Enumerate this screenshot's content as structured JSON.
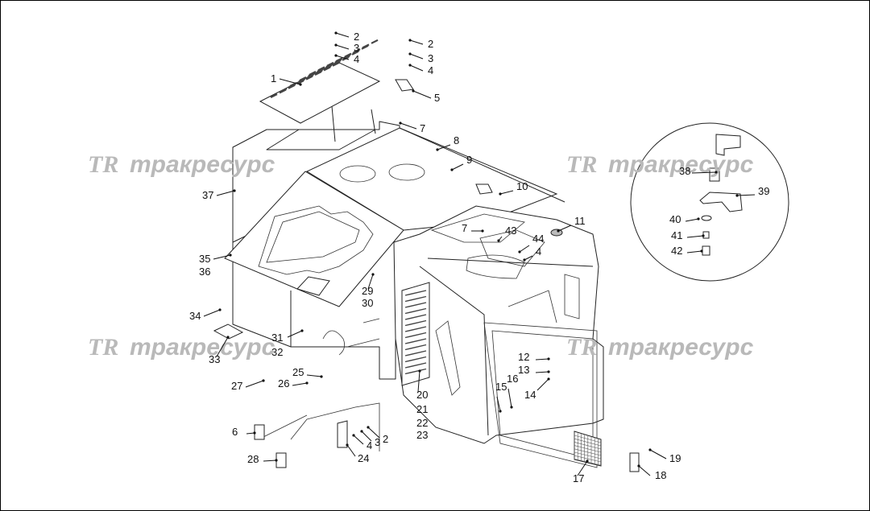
{
  "watermark": {
    "logo": "TR",
    "text": "тракресурс"
  },
  "callouts": [
    {
      "id": "c2a",
      "label": "2"
    },
    {
      "id": "c3a",
      "label": "3"
    },
    {
      "id": "c4a",
      "label": "4"
    },
    {
      "id": "c1",
      "label": "1"
    },
    {
      "id": "c2b",
      "label": "2"
    },
    {
      "id": "c3b",
      "label": "3"
    },
    {
      "id": "c4b",
      "label": "4"
    },
    {
      "id": "c5",
      "label": "5"
    },
    {
      "id": "c7a",
      "label": "7"
    },
    {
      "id": "c8",
      "label": "8"
    },
    {
      "id": "c9",
      "label": "9"
    },
    {
      "id": "c10",
      "label": "10"
    },
    {
      "id": "c11",
      "label": "11"
    },
    {
      "id": "c37",
      "label": "37"
    },
    {
      "id": "c35",
      "label": "35"
    },
    {
      "id": "c36",
      "label": "36"
    },
    {
      "id": "c7b",
      "label": "7"
    },
    {
      "id": "c43",
      "label": "43"
    },
    {
      "id": "c44",
      "label": "44"
    },
    {
      "id": "c4c",
      "label": "4"
    },
    {
      "id": "c29",
      "label": "29"
    },
    {
      "id": "c30",
      "label": "30"
    },
    {
      "id": "c34",
      "label": "34"
    },
    {
      "id": "c31",
      "label": "31"
    },
    {
      "id": "c32",
      "label": "32"
    },
    {
      "id": "c33",
      "label": "33"
    },
    {
      "id": "c25",
      "label": "25"
    },
    {
      "id": "c26",
      "label": "26"
    },
    {
      "id": "c27",
      "label": "27"
    },
    {
      "id": "c6",
      "label": "6"
    },
    {
      "id": "c28",
      "label": "28"
    },
    {
      "id": "c24",
      "label": "24"
    },
    {
      "id": "c4d",
      "label": "4"
    },
    {
      "id": "c3c",
      "label": "3"
    },
    {
      "id": "c2c",
      "label": "2"
    },
    {
      "id": "c20",
      "label": "20"
    },
    {
      "id": "c21",
      "label": "21"
    },
    {
      "id": "c22",
      "label": "22"
    },
    {
      "id": "c23",
      "label": "23"
    },
    {
      "id": "c12",
      "label": "12"
    },
    {
      "id": "c13",
      "label": "13"
    },
    {
      "id": "c14",
      "label": "14"
    },
    {
      "id": "c15",
      "label": "15"
    },
    {
      "id": "c16",
      "label": "16"
    },
    {
      "id": "c17",
      "label": "17"
    },
    {
      "id": "c18",
      "label": "18"
    },
    {
      "id": "c19",
      "label": "19"
    },
    {
      "id": "c38",
      "label": "38"
    },
    {
      "id": "c39",
      "label": "39"
    },
    {
      "id": "c40",
      "label": "40"
    },
    {
      "id": "c41",
      "label": "41"
    },
    {
      "id": "c42",
      "label": "42"
    }
  ]
}
